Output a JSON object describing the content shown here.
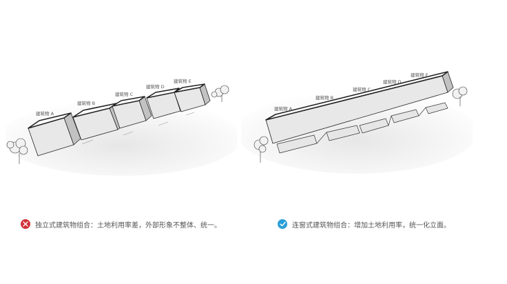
{
  "left_panel": {
    "buildings": [
      "建筑物 A",
      "建筑物 B",
      "建筑物 C",
      "建筑物 D",
      "建筑物 E"
    ]
  },
  "right_panel": {
    "buildings": [
      "建筑物 A",
      "建筑物 B",
      "建筑物 C",
      "建筑物 D",
      "建筑物 E"
    ]
  },
  "captions": {
    "bad": "独立式建筑物组合：土地利用率差，外部形象不整体、统一。",
    "good": "连窗式建筑物组合：增加土地利用率，统一化立面。"
  },
  "icons": {
    "bad": "cross-icon",
    "good": "check-icon"
  },
  "colors": {
    "bad": "#d0323a",
    "good": "#2b9ed8"
  }
}
